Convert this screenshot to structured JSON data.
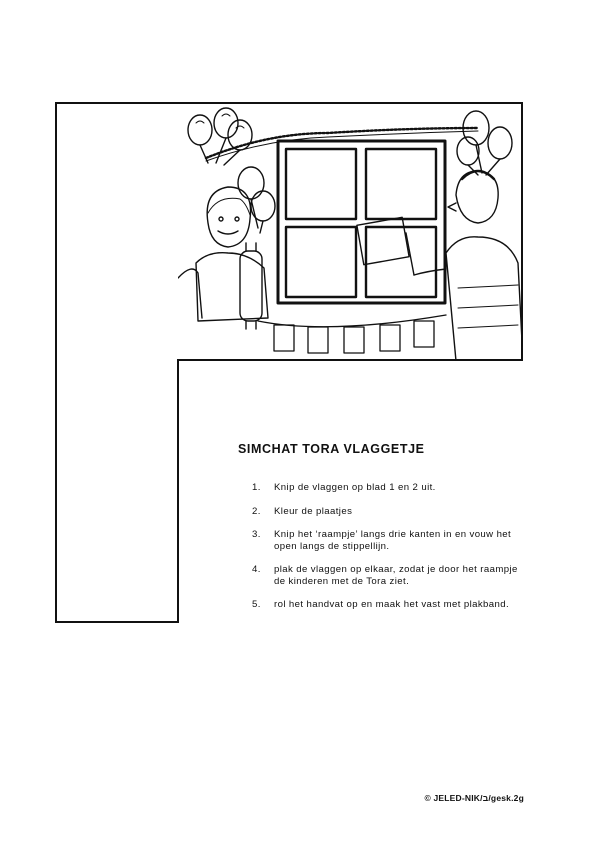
{
  "worksheet": {
    "title": "SIMCHAT TORA VLAGGETJE",
    "steps": [
      {
        "number": "1.",
        "text": "Knip de vlaggen op blad 1 en 2 uit."
      },
      {
        "number": "2.",
        "text": "Kleur de plaatjes"
      },
      {
        "number": "3.",
        "text": "Knip het ‘raampje’ langs drie kanten in en vouw het open langs de stippellijn."
      },
      {
        "number": "4.",
        "text": "plak de vlaggen op elkaar, zodat je door het raampje de kinderen met de Tora ziet."
      },
      {
        "number": "5.",
        "text": "rol het handvat op en maak het vast met plakband."
      }
    ],
    "footer": "© JELED-NIK/ב/gesk.2g"
  }
}
